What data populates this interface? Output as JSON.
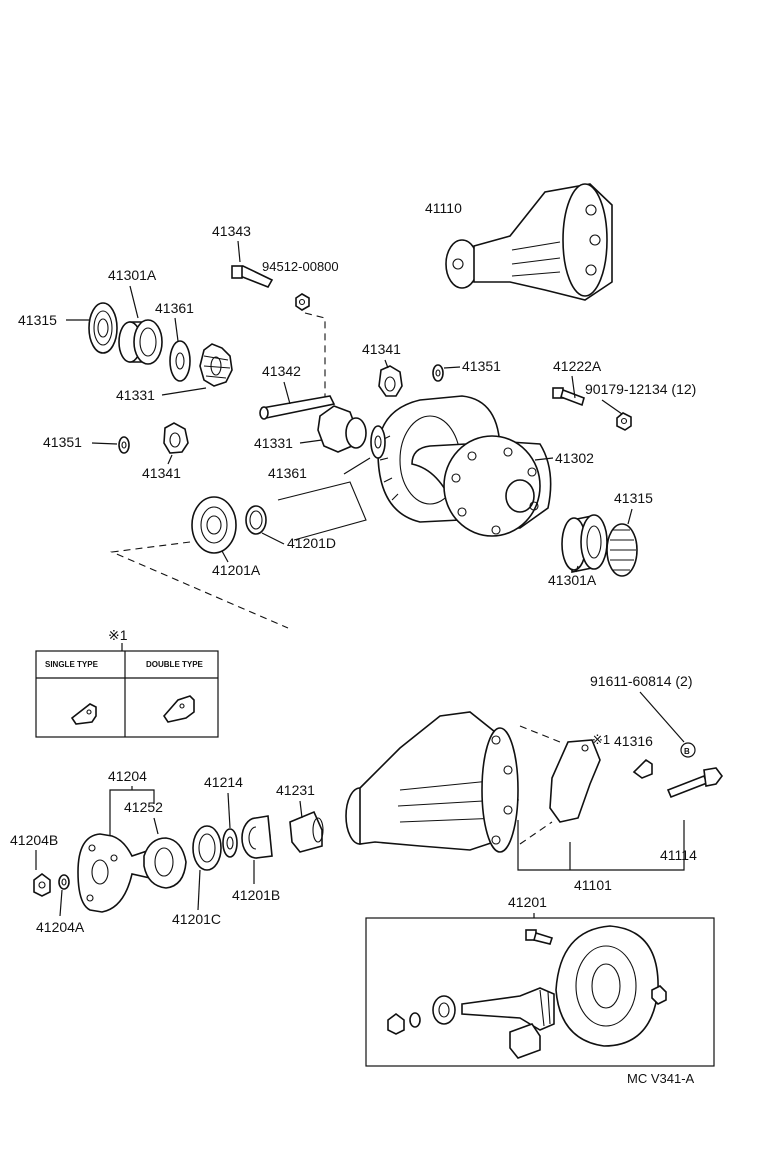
{
  "labels": {
    "p41110": "41110",
    "p41343": "41343",
    "p94512": "94512-00800",
    "p41301A_top": "41301A",
    "p41315_top": "41315",
    "p41361_top": "41361",
    "p41331_top": "41331",
    "p41342": "41342",
    "p41341_top": "41341",
    "p41351_top": "41351",
    "p41222A": "41222A",
    "p90179": "90179-12134 (12)",
    "p41351_left": "41351",
    "p41341_left": "41341",
    "p41331_mid": "41331",
    "p41361_mid": "41361",
    "p41302": "41302",
    "p41315_right": "41315",
    "p41301A_right": "41301A",
    "p41201D": "41201D",
    "p41201A": "41201A",
    "p91611": "91611-60814 (2)",
    "p41316": "41316",
    "p41114": "41114",
    "p41101": "41101",
    "p41204": "41204",
    "p41252": "41252",
    "p41214": "41214",
    "p41231": "41231",
    "p41204B": "41204B",
    "p41204A": "41204A",
    "p41201C": "41201C",
    "p41201B": "41201B",
    "p41201": "41201"
  },
  "note_marker": "※1",
  "note_table": {
    "col_single": "SINGLE TYPE",
    "col_double": "DOUBLE TYPE"
  },
  "bolt_marker": "B",
  "diagram_code": "MC V341-A"
}
